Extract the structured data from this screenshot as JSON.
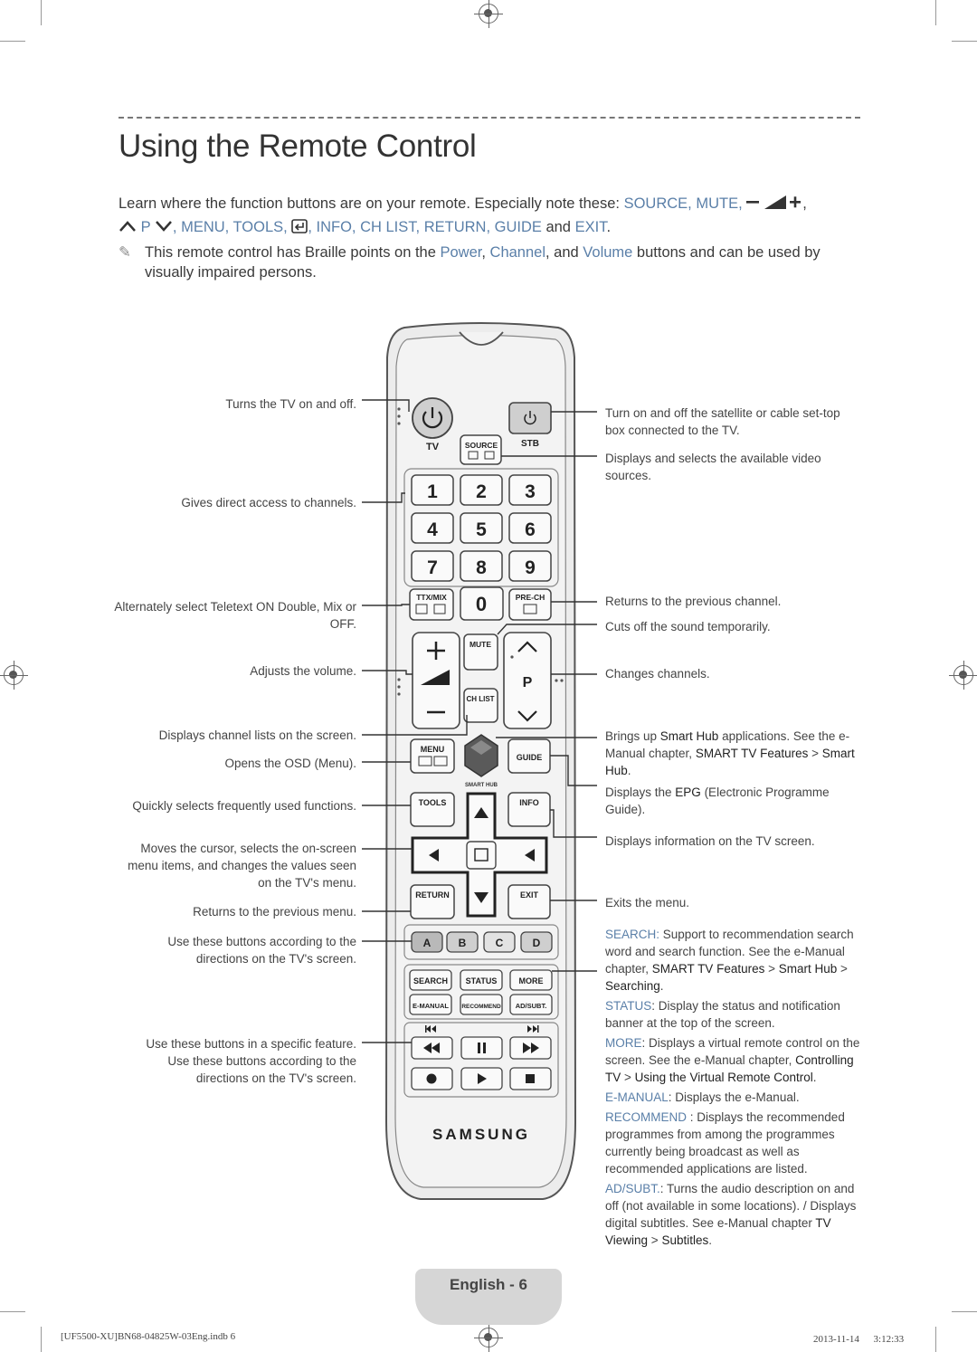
{
  "page": {
    "title": "Using the Remote Control",
    "intro_prefix": "Learn where the function buttons are on your remote. Especially note these: ",
    "intro_keys_1": "SOURCE, MUTE,",
    "intro_p": "P",
    "intro_keys_2": ", MENU, TOOLS,",
    "intro_keys_3": ", INFO, CH LIST, RETURN, GUIDE",
    "intro_and": " and ",
    "intro_exit": "EXIT",
    "intro_end": ".",
    "note_pre": "This remote control has Braille points on the ",
    "note_power": "Power",
    "note_comma": ", ",
    "note_channel": "Channel",
    "note_and": ", and ",
    "note_volume": "Volume",
    "note_post": " buttons and can be used by visually impaired persons."
  },
  "labels_left": {
    "power": "Turns the TV on and off.",
    "numbers": "Gives direct access to channels.",
    "ttx": "Alternately select Teletext ON Double, Mix or OFF.",
    "volume": "Adjusts the volume.",
    "chlist": "Displays channel lists on the screen.",
    "menu": "Opens the OSD (Menu).",
    "tools": "Quickly selects frequently used functions.",
    "cursor": "Moves the cursor, selects the on-screen menu items, and changes the values seen on the TV's menu.",
    "return": "Returns to the previous menu.",
    "colors": "Use these buttons according to the directions on the TV's screen.",
    "media": "Use these buttons in a specific feature. Use these buttons according to the directions on the TV's screen."
  },
  "labels_right": {
    "stb": "Turn on and off the satellite or cable set-top box connected to the TV.",
    "source": "Displays and selects the available video sources.",
    "prech": "Returns to the previous channel.",
    "mute": "Cuts off the sound temporarily.",
    "channel": "Changes channels.",
    "smarthub_1": "Brings up ",
    "smarthub_2": "Smart Hub",
    "smarthub_3": " applications. See the e-Manual chapter, ",
    "smarthub_4": "SMART TV Features",
    "smarthub_5": " > ",
    "smarthub_6": "Smart Hub",
    "smarthub_7": ".",
    "guide_1": "Displays the ",
    "guide_2": "EPG",
    "guide_3": " (Electronic Programme Guide).",
    "info": "Displays information on the TV screen.",
    "exit": "Exits the menu.",
    "search_k": "SEARCH:",
    "search_t": " Support to recommendation search word and search function. See the e-Manual chapter, ",
    "search_l1": "SMART TV Features",
    "search_gt": " > ",
    "search_l2": "Smart Hub",
    "search_gt2": " > ",
    "search_l3": "Searching",
    "search_end": ".",
    "status_k": "STATUS",
    "status_t": ": Display the status and notification banner at the top of the screen.",
    "more_k": "MORE",
    "more_t": ": Displays a virtual remote control on the screen. See the e-Manual chapter, ",
    "more_l1": "Controlling TV",
    "more_gt": " > ",
    "more_l2": "Using the Virtual Remote Control",
    "more_end": ".",
    "emanual_k": "E-MANUAL",
    "emanual_t": ": Displays the e-Manual.",
    "recommend_k": "RECOMMEND",
    "recommend_t": " : Displays the recommended programmes from among the programmes currently being broadcast as well as recommended applications are listed.",
    "adsubt_k": "AD/SUBT.",
    "adsubt_t": ": Turns the audio description on and off (not available in some locations). / Displays digital subtitles. See e-Manual chapter ",
    "adsubt_l1": "TV Viewing",
    "adsubt_gt": " > ",
    "adsubt_l2": "Subtitles",
    "adsubt_end": "."
  },
  "remote": {
    "tv": "TV",
    "source": "SOURCE",
    "stb": "STB",
    "digits": [
      "1",
      "2",
      "3",
      "4",
      "5",
      "6",
      "7",
      "8",
      "9"
    ],
    "ttxmix": "TTX/MIX",
    "zero": "0",
    "prech": "PRE-CH",
    "mute": "MUTE",
    "p": "P",
    "chlist": "CH LIST",
    "menu": "MENU",
    "guide": "GUIDE",
    "smarthub": "SMART HUB",
    "tools": "TOOLS",
    "info": "INFO",
    "return": "RETURN",
    "exit": "EXIT",
    "a": "A",
    "b": "B",
    "c": "C",
    "d": "D",
    "search": "SEARCH",
    "status": "STATUS",
    "more": "MORE",
    "emanual": "E-MANUAL",
    "recommend": "RECOMMEND",
    "adsubt": "AD/SUBT.",
    "brand": "SAMSUNG"
  },
  "footer": {
    "page_label": "English - 6",
    "file": "[UF5500-XU]BN68-04825W-03Eng.indb   6",
    "date": "2013-11-14",
    "time_marker": "ㅤ 3:12:33"
  },
  "colors": {
    "accent_keyword": "#5a7fa8",
    "button_a": "#b9b9b9",
    "remote_body": "#e2e2e2"
  }
}
